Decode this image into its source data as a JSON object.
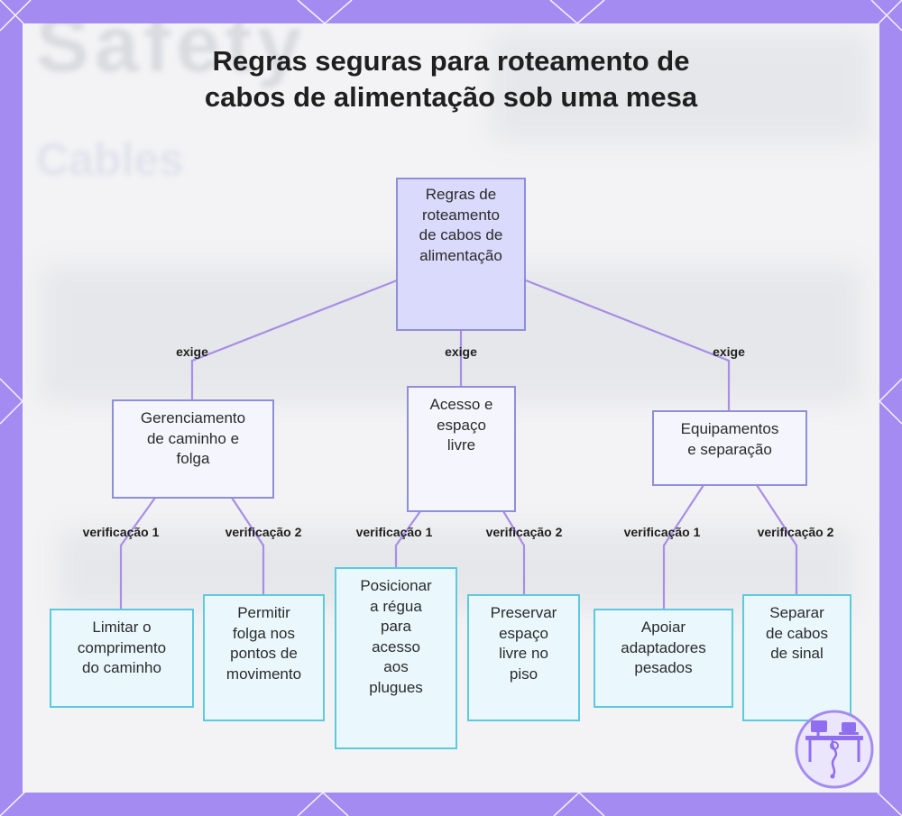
{
  "title": {
    "line1": "Regras seguras para roteamento de",
    "line2": "cabos de alimentação sob uma mesa"
  },
  "background": {
    "word1": "Safety",
    "word2": "Cables"
  },
  "root": {
    "lines": [
      "Regras de",
      "roteamento",
      "de cabos de",
      "alimentação"
    ]
  },
  "branches": [
    {
      "edge_label": "exige",
      "lines": [
        "Gerenciamento",
        "de caminho e",
        "folga"
      ],
      "children": [
        {
          "edge_label": "verificação 1",
          "lines": [
            "Limitar o",
            "comprimento",
            "do caminho"
          ]
        },
        {
          "edge_label": "verificação 2",
          "lines": [
            "Permitir",
            "folga nos",
            "pontos de",
            "movimento"
          ]
        }
      ]
    },
    {
      "edge_label": "exige",
      "lines": [
        "Acesso e",
        "espaço",
        "livre"
      ],
      "children": [
        {
          "edge_label": "verificação 1",
          "lines": [
            "Posicionar",
            "a régua",
            "para",
            "acesso",
            "aos",
            "plugues"
          ]
        },
        {
          "edge_label": "verificação 2",
          "lines": [
            "Preservar",
            "espaço",
            "livre no",
            "piso"
          ]
        }
      ]
    },
    {
      "edge_label": "exige",
      "lines": [
        "Equipamentos",
        "e separação"
      ],
      "children": [
        {
          "edge_label": "verificação 1",
          "lines": [
            "Apoiar",
            "adaptadores",
            "pesados"
          ]
        },
        {
          "edge_label": "verificação 2",
          "lines": [
            "Separar",
            "de cabos",
            "de sinal"
          ]
        }
      ]
    }
  ],
  "colors": {
    "frame": "#a48bf1",
    "panel": "#f3f3f5",
    "root_fill": "#d9dafc",
    "node_border": "#8f8ed9",
    "leaf_fill": "#eaf8fd",
    "leaf_border": "#5cc9df",
    "connector": "#a88ee6"
  },
  "icons": [
    "desk-cable-logo-icon"
  ]
}
